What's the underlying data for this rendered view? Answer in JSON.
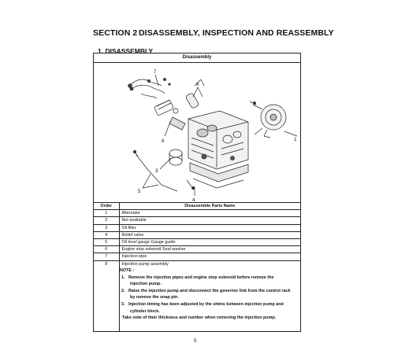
{
  "section": {
    "number": "SECTION 2",
    "title": "DISASSEMBLY, INSPECTION AND REASSEMBLY"
  },
  "subsection": "1.   DISASSEMBLY",
  "diagram": {
    "header": "Disassembly",
    "callouts": [
      "7",
      "6",
      "8",
      "1",
      "3",
      "5",
      "4"
    ]
  },
  "table": {
    "headers": {
      "order": "Order",
      "name": "Disassemble Parts Name"
    },
    "rows": [
      {
        "order": "1",
        "name": "Alternator"
      },
      {
        "order": "2",
        "name": "Not available"
      },
      {
        "order": "3",
        "name": "Oil filter"
      },
      {
        "order": "4",
        "name": "Relief valve"
      },
      {
        "order": "5",
        "name": "Oil level gauge Gauge guide"
      },
      {
        "order": "6",
        "name": "Engine stop solenoid Seal washer"
      },
      {
        "order": "7",
        "name": "Injection pipe"
      },
      {
        "order": "8",
        "name": "Injection pump assembly"
      }
    ]
  },
  "note": {
    "title": "NOTE :",
    "items": [
      {
        "idx": "1.",
        "lines": [
          "Remove the injection pipes and engine stop solenoid before remove the",
          "injection pump."
        ]
      },
      {
        "idx": "2.",
        "lines": [
          "Raise the injection pump and disconnect the governor link from the control rack",
          "by remove the snap pin."
        ]
      },
      {
        "idx": "3.",
        "lines": [
          "Injection timing has been adjusted by the shims between injection pump and",
          "cylinder block."
        ]
      }
    ],
    "tail": "Take note of their thickness and number when removing the injection pump."
  },
  "page_number": "5"
}
